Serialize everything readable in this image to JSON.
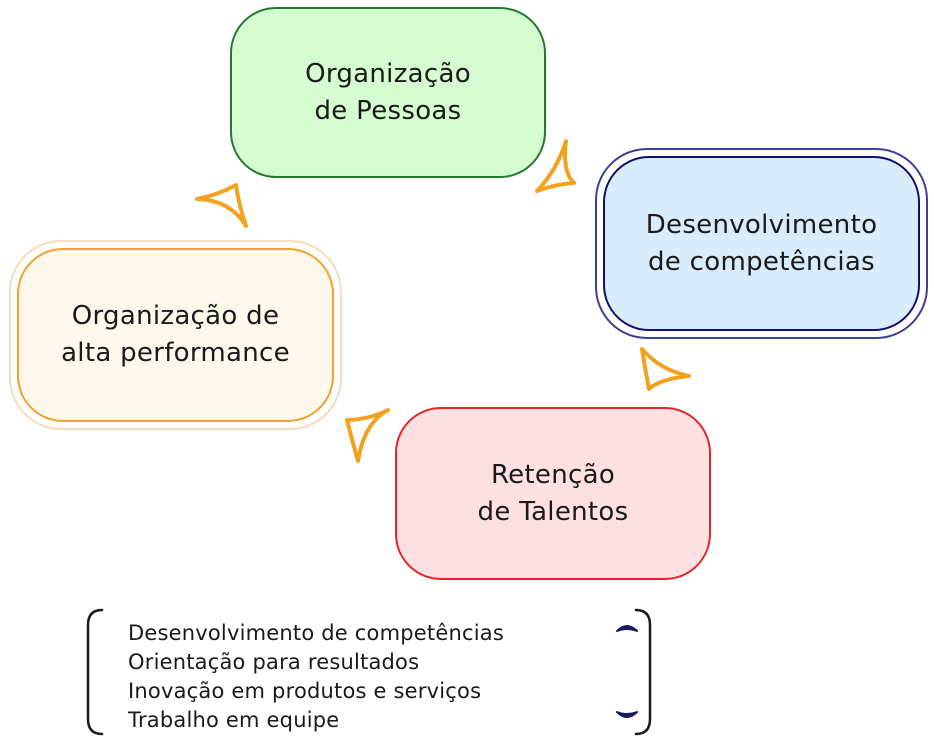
{
  "colors": {
    "pessoas_fill": "#d4fcd0",
    "pessoas_border": "#227a2a",
    "desenv_fill": "#d9ecfb",
    "desenv_border": "#10106e",
    "retencao_fill": "#fde1e2",
    "retencao_border": "#e32627",
    "alta_fill": "#fef7ec",
    "alta_border": "#f0a22a",
    "arrow": "#f2a21f",
    "scroll_arrow": "#1a1a5e"
  },
  "cycle": {
    "pessoas": {
      "line1": "Organização",
      "line2": "de Pessoas"
    },
    "desenvolvimento": {
      "line1": "Desenvolvimento",
      "line2": "de competências"
    },
    "retencao": {
      "line1": "Retenção",
      "line2": "de Talentos"
    },
    "alta_performance": {
      "line1": "Organização de",
      "line2": "alta performance"
    }
  },
  "list": {
    "items": [
      "Desenvolvimento de competências",
      "Orientação para resultados",
      "Inovação em produtos e serviços",
      "Trabalho em equipe"
    ],
    "scroll_up_icon": "chevron-up-icon",
    "scroll_down_icon": "chevron-down-icon"
  }
}
